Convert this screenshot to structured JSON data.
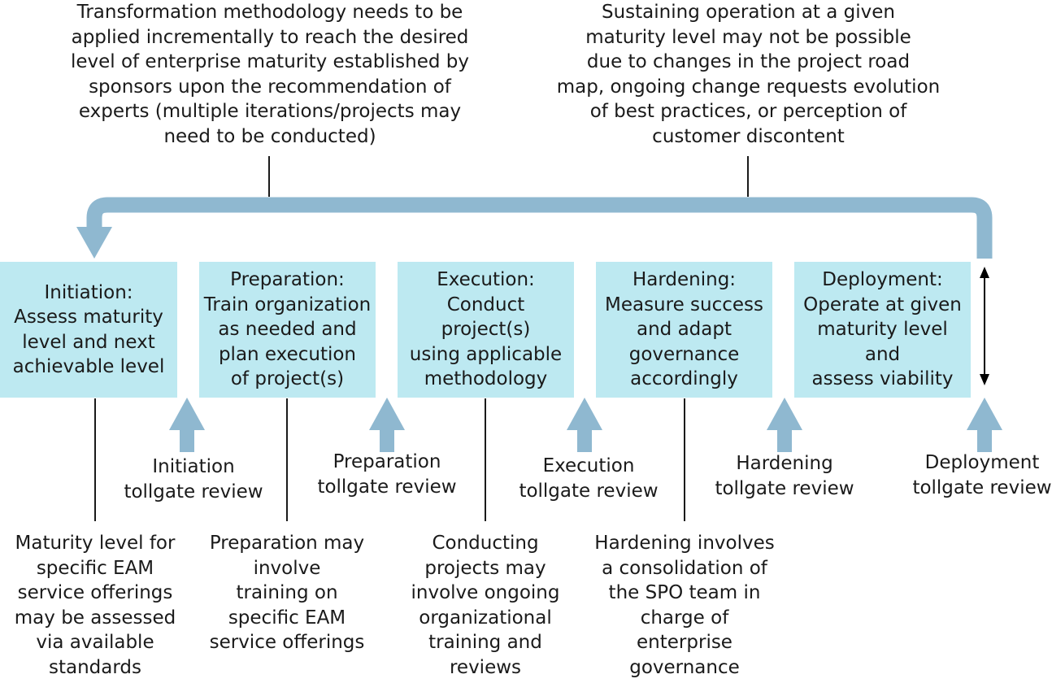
{
  "top_notes": {
    "left": "Transformation methodology needs to be\napplied incrementally to reach the desired\nlevel of enterprise maturity established by\nsponsors upon the recommendation of\nexperts (multiple iterations/projects may\nneed to be conducted)",
    "right": "Sustaining operation at a given\nmaturity level may not be possible\ndue to changes in the project road\nmap, ongoing change requests evolution\nof best practices, or perception of\ncustomer discontent"
  },
  "phases": [
    {
      "label": "Initiation:\nAssess maturity\nlevel and next\nachievable level"
    },
    {
      "label": "Preparation:\nTrain organization\nas needed and\nplan execution\nof project(s)"
    },
    {
      "label": "Execution:\nConduct project(s)\nusing applicable\nmethodology"
    },
    {
      "label": "Hardening:\nMeasure success\nand adapt\ngovernance\naccordingly"
    },
    {
      "label": "Deployment:\nOperate at given\nmaturity level and\nassess viability"
    }
  ],
  "tollgates": [
    {
      "label": "Initiation\ntollgate review"
    },
    {
      "label": "Preparation\ntollgate review"
    },
    {
      "label": "Execution\ntollgate review"
    },
    {
      "label": "Hardening\ntollgate review"
    },
    {
      "label": "Deployment\ntollgate review"
    }
  ],
  "bottom_notes": [
    {
      "label": "Maturity level for\nspecific EAM\nservice offerings\nmay be assessed\nvia available\nstandards"
    },
    {
      "label": "Preparation may\ninvolve\ntraining on\nspecific EAM\nservice offerings"
    },
    {
      "label": "Conducting\nprojects may\ninvolve ongoing\norganizational\ntraining and\nreviews"
    },
    {
      "label": "Hardening involves\na consolidation of\nthe SPO team in\ncharge of\nenterprise\ngovernance"
    }
  ],
  "colors": {
    "box_fill": "#bde9f1",
    "arrow": "#8fb8d0",
    "line": "#1a1a1a"
  }
}
